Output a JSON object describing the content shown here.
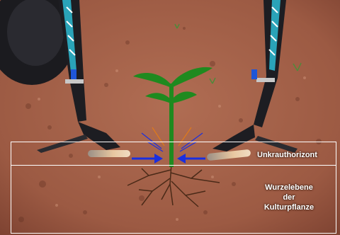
{
  "diagram": {
    "labels": {
      "weed_horizon": "Unkrauthorizont",
      "root_zone_line1": "Wurzelebene",
      "root_zone_line2": "der",
      "root_zone_line3": "Kulturpflanze"
    },
    "colors": {
      "soil": "#a5624a",
      "soil_dark": "#7d4231",
      "zone_border": "#ffffff",
      "plant": "#1f8a1f",
      "roots": "#4a2a18",
      "push_arrows": "#1a2fe0",
      "finger_tips": "#e8c7a0",
      "tool_frame": "#1d1d22",
      "tool_accent": "#2aa3b8"
    },
    "icons": {
      "plant": "seedling-icon",
      "arrow_left": "arrow-right-icon",
      "arrow_right": "arrow-left-icon"
    }
  }
}
